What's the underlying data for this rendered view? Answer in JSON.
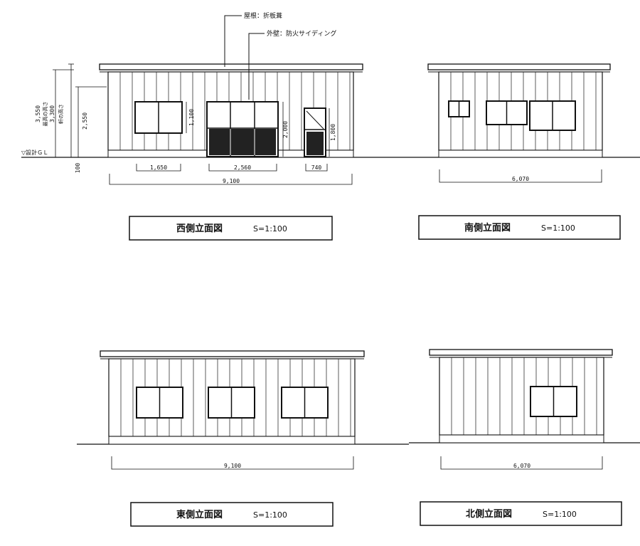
{
  "annotations": {
    "roof": "屋根：折板葺",
    "wall": "外壁：防火サイディング"
  },
  "west_height_dims": {
    "max_height": "3,550",
    "max_height_label": "最高の高さ",
    "eave_height": "3,300",
    "eave_height_label": "軒の高さ",
    "wall_height": "2,550",
    "base": "100",
    "gl_label": "▽設計ＧＬ"
  },
  "west_opening_dims": {
    "window_w": "1,650",
    "window_h": "1,100",
    "sliding_w": "2,560",
    "sliding_h": "2,000",
    "door_w": "740",
    "door_h": "1,800"
  },
  "widths": {
    "long": "9,100",
    "short": "6,070"
  },
  "titles": {
    "west": "西側立面図",
    "south": "南側立面図",
    "east": "東側立面図",
    "north": "北側立面図",
    "scale": "S=1:100"
  }
}
